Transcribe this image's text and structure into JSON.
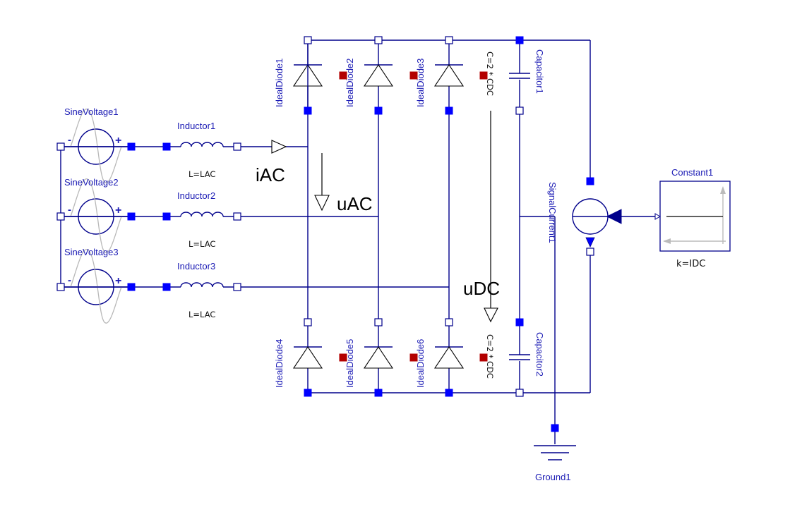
{
  "diagram": {
    "type": "modelica-schematic",
    "title": "Three-phase diode rectifier",
    "components": {
      "sine_voltages": [
        {
          "name": "SineVoltage1",
          "minus": "-",
          "plus": "+"
        },
        {
          "name": "SineVoltage2",
          "minus": "-",
          "plus": "+"
        },
        {
          "name": "SineVoltage3",
          "minus": "-",
          "plus": "+"
        }
      ],
      "inductors": [
        {
          "name": "Inductor1",
          "param": "L=LAC"
        },
        {
          "name": "Inductor2",
          "param": "L=LAC"
        },
        {
          "name": "Inductor3",
          "param": "L=LAC"
        }
      ],
      "diodes_top": [
        {
          "name": "IdealDiode1"
        },
        {
          "name": "IdealDiode2"
        },
        {
          "name": "IdealDiode3"
        }
      ],
      "diodes_bottom": [
        {
          "name": "IdealDiode4"
        },
        {
          "name": "IdealDiode5"
        },
        {
          "name": "IdealDiode6"
        }
      ],
      "capacitors": [
        {
          "name": "Capacitor1",
          "param": "C=2 * CDC"
        },
        {
          "name": "Capacitor2",
          "param": "C=2 * CDC"
        }
      ],
      "signal_current": {
        "name": "SignalCurrent1"
      },
      "constant": {
        "name": "Constant1",
        "param": "k=IDC"
      },
      "ground": {
        "name": "Ground1"
      }
    },
    "annotations": {
      "iAC": "iAC",
      "uAC": "uAC",
      "uDC": "uDC"
    },
    "colors": {
      "wire": "#00008b",
      "port_filled": "#0000ff",
      "port_conditional": "#b30000",
      "label": "#1a1ab4",
      "sine_icon": "#b8b8b8"
    }
  }
}
